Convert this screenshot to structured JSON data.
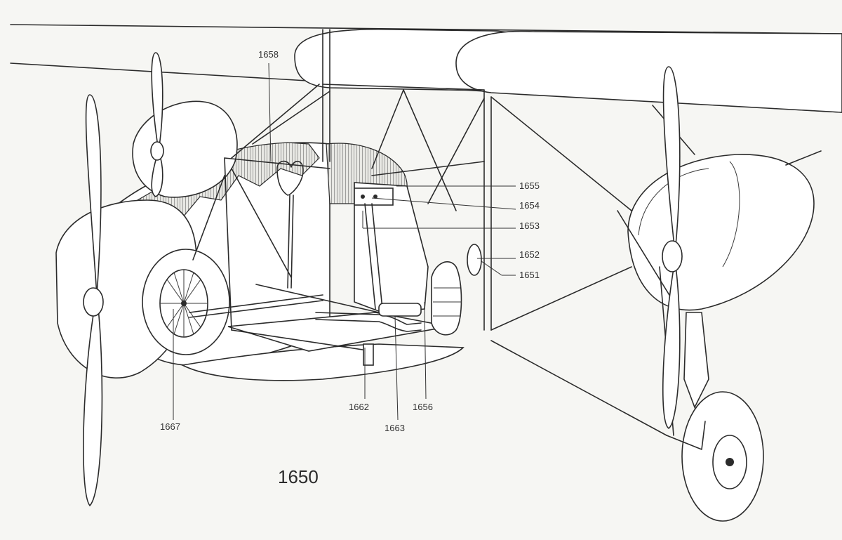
{
  "figure": {
    "number": "1650",
    "callouts": [
      {
        "id": "c1658",
        "text": "1658"
      },
      {
        "id": "c1655",
        "text": "1655"
      },
      {
        "id": "c1654",
        "text": "1654"
      },
      {
        "id": "c1653",
        "text": "1653"
      },
      {
        "id": "c1652",
        "text": "1652"
      },
      {
        "id": "c1651",
        "text": "1651"
      },
      {
        "id": "c1662",
        "text": "1662"
      },
      {
        "id": "c1656",
        "text": "1656"
      },
      {
        "id": "c1663",
        "text": "1663"
      },
      {
        "id": "c1667",
        "text": "1667"
      }
    ]
  }
}
